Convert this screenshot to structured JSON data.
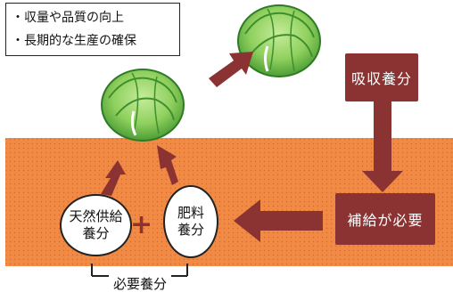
{
  "legend": {
    "items": [
      "・収量や品質の向上",
      "・長期的な生産の確保"
    ]
  },
  "boxes": {
    "absorb": "吸収養分",
    "replenish": "補給が必要"
  },
  "circles": {
    "natural_line1": "天然供給",
    "natural_line2": "養分",
    "fertilizer_line1": "肥料",
    "fertilizer_line2": "養分"
  },
  "plus": "+",
  "required_label": "必要養分",
  "colors": {
    "soil": "#f08a45",
    "soil_dots": "#d8672a",
    "arrow": "#8b3232",
    "cabbage_dark": "#3f8f2d",
    "cabbage_light": "#a9dc7a"
  }
}
